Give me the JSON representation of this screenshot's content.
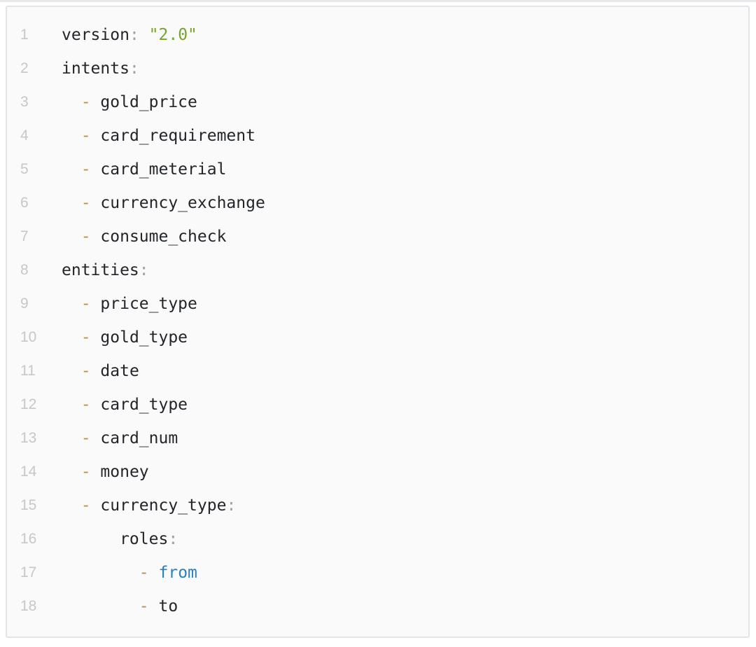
{
  "page": {
    "background": "#ffffff",
    "top_divider_color": "#e9e9ec"
  },
  "code_block": {
    "language": "yaml",
    "colors": {
      "card_background": "#fafafa",
      "border": "#e3e4e8",
      "line_number": "#c5c7ca",
      "text": "#222529",
      "punctuation": "#9ea1a4",
      "string": "#76a42d",
      "dash": "#c08b4d",
      "keyword": "#2a80ba"
    },
    "lines": [
      {
        "number": "1",
        "tokens": [
          {
            "text": "version",
            "style": "text"
          },
          {
            "text": ":",
            "style": "punct"
          },
          {
            "text": " ",
            "style": "text"
          },
          {
            "text": "\"2.0\"",
            "style": "string"
          }
        ]
      },
      {
        "number": "2",
        "tokens": [
          {
            "text": "intents",
            "style": "text"
          },
          {
            "text": ":",
            "style": "punct"
          }
        ]
      },
      {
        "number": "3",
        "tokens": [
          {
            "text": "  ",
            "style": "text"
          },
          {
            "text": "-",
            "style": "dash"
          },
          {
            "text": " gold_price",
            "style": "text"
          }
        ]
      },
      {
        "number": "4",
        "tokens": [
          {
            "text": "  ",
            "style": "text"
          },
          {
            "text": "-",
            "style": "dash"
          },
          {
            "text": " card_requirement",
            "style": "text"
          }
        ]
      },
      {
        "number": "5",
        "tokens": [
          {
            "text": "  ",
            "style": "text"
          },
          {
            "text": "-",
            "style": "dash"
          },
          {
            "text": " card_meterial",
            "style": "text"
          }
        ]
      },
      {
        "number": "6",
        "tokens": [
          {
            "text": "  ",
            "style": "text"
          },
          {
            "text": "-",
            "style": "dash"
          },
          {
            "text": " currency_exchange",
            "style": "text"
          }
        ]
      },
      {
        "number": "7",
        "tokens": [
          {
            "text": "  ",
            "style": "text"
          },
          {
            "text": "-",
            "style": "dash"
          },
          {
            "text": " consume_check",
            "style": "text"
          }
        ]
      },
      {
        "number": "8",
        "tokens": [
          {
            "text": "entities",
            "style": "text"
          },
          {
            "text": ":",
            "style": "punct"
          }
        ]
      },
      {
        "number": "9",
        "tokens": [
          {
            "text": "  ",
            "style": "text"
          },
          {
            "text": "-",
            "style": "dash"
          },
          {
            "text": " price_type",
            "style": "text"
          }
        ]
      },
      {
        "number": "10",
        "tokens": [
          {
            "text": "  ",
            "style": "text"
          },
          {
            "text": "-",
            "style": "dash"
          },
          {
            "text": " gold_type",
            "style": "text"
          }
        ]
      },
      {
        "number": "11",
        "tokens": [
          {
            "text": "  ",
            "style": "text"
          },
          {
            "text": "-",
            "style": "dash"
          },
          {
            "text": " date",
            "style": "text"
          }
        ]
      },
      {
        "number": "12",
        "tokens": [
          {
            "text": "  ",
            "style": "text"
          },
          {
            "text": "-",
            "style": "dash"
          },
          {
            "text": " card_type",
            "style": "text"
          }
        ]
      },
      {
        "number": "13",
        "tokens": [
          {
            "text": "  ",
            "style": "text"
          },
          {
            "text": "-",
            "style": "dash"
          },
          {
            "text": " card_num",
            "style": "text"
          }
        ]
      },
      {
        "number": "14",
        "tokens": [
          {
            "text": "  ",
            "style": "text"
          },
          {
            "text": "-",
            "style": "dash"
          },
          {
            "text": " money",
            "style": "text"
          }
        ]
      },
      {
        "number": "15",
        "tokens": [
          {
            "text": "  ",
            "style": "text"
          },
          {
            "text": "-",
            "style": "dash"
          },
          {
            "text": " currency_type",
            "style": "text"
          },
          {
            "text": ":",
            "style": "punct"
          }
        ]
      },
      {
        "number": "16",
        "tokens": [
          {
            "text": "      roles",
            "style": "text"
          },
          {
            "text": ":",
            "style": "punct"
          }
        ]
      },
      {
        "number": "17",
        "tokens": [
          {
            "text": "        ",
            "style": "text"
          },
          {
            "text": "-",
            "style": "dash"
          },
          {
            "text": " ",
            "style": "text"
          },
          {
            "text": "from",
            "style": "keyword"
          }
        ]
      },
      {
        "number": "18",
        "tokens": [
          {
            "text": "        ",
            "style": "text"
          },
          {
            "text": "-",
            "style": "dash"
          },
          {
            "text": " to",
            "style": "text"
          }
        ]
      }
    ]
  }
}
